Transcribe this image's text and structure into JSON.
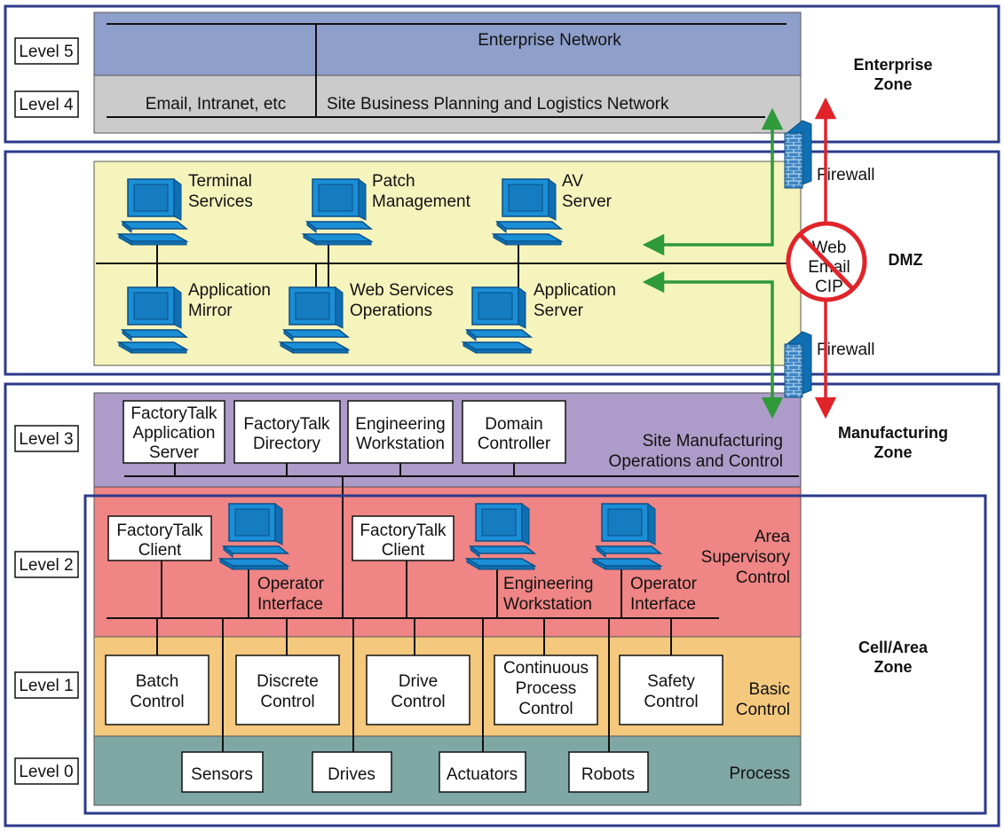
{
  "levels": [
    "Level 5",
    "Level 4",
    "Level 3",
    "Level 2",
    "Level 1",
    "Level 0"
  ],
  "zones": {
    "enterprise": [
      "Enterprise",
      "Zone"
    ],
    "dmz": "DMZ",
    "manufacturing": [
      "Manufacturing",
      "Zone"
    ],
    "cell_area": [
      "Cell/Area",
      "Zone"
    ]
  },
  "enterprise": {
    "network": "Enterprise Network",
    "email": "Email, Intranet, etc",
    "site_business": "Site Business Planning and Logistics Network"
  },
  "dmz": {
    "top_servers": [
      [
        "Terminal",
        "Services"
      ],
      [
        "Patch",
        "Management"
      ],
      [
        "AV",
        "Server"
      ]
    ],
    "bottom_servers": [
      [
        "Application",
        "Mirror"
      ],
      [
        "Web Services",
        "Operations"
      ],
      [
        "Application",
        "Server"
      ]
    ],
    "firewall": "Firewall",
    "blocked": [
      "Web",
      "Email",
      "CIP"
    ]
  },
  "level3": {
    "boxes": [
      [
        "FactoryTalk",
        "Application",
        "Server"
      ],
      [
        "FactoryTalk",
        "Directory"
      ],
      [
        "Engineering",
        "Workstation"
      ],
      [
        "Domain",
        "Controller"
      ]
    ],
    "label": [
      "Site Manufacturing",
      "Operations and Control"
    ]
  },
  "level2": {
    "clients": [
      [
        "FactoryTalk",
        "Client"
      ],
      [
        "FactoryTalk",
        "Client"
      ]
    ],
    "stations": [
      [
        "Operator",
        "Interface"
      ],
      [
        "Engineering",
        "Workstation"
      ],
      [
        "Operator",
        "Interface"
      ]
    ],
    "label": [
      "Area",
      "Supervisory",
      "Control"
    ]
  },
  "level1": {
    "boxes": [
      [
        "Batch",
        "Control"
      ],
      [
        "Discrete",
        "Control"
      ],
      [
        "Drive",
        "Control"
      ],
      [
        "Continuous",
        "Process",
        "Control"
      ],
      [
        "Safety",
        "Control"
      ]
    ],
    "label": [
      "Basic",
      "Control"
    ]
  },
  "level0": {
    "boxes": [
      "Sensors",
      "Drives",
      "Actuators",
      "Robots"
    ],
    "label": "Process"
  },
  "colors": {
    "frame": "#2b3a8a",
    "level5": "#8e9fcb",
    "level4": "#cbcbcb",
    "dmz": "#f6f4bd",
    "level3": "#ad9cc9",
    "level2": "#f08585",
    "level1": "#f4c97e",
    "level0": "#7fa7a3",
    "computer": "#1b8fd6",
    "green_arrow": "#2e9a3a",
    "red_arrow": "#e0242a",
    "firewall": "#3c86c4"
  }
}
